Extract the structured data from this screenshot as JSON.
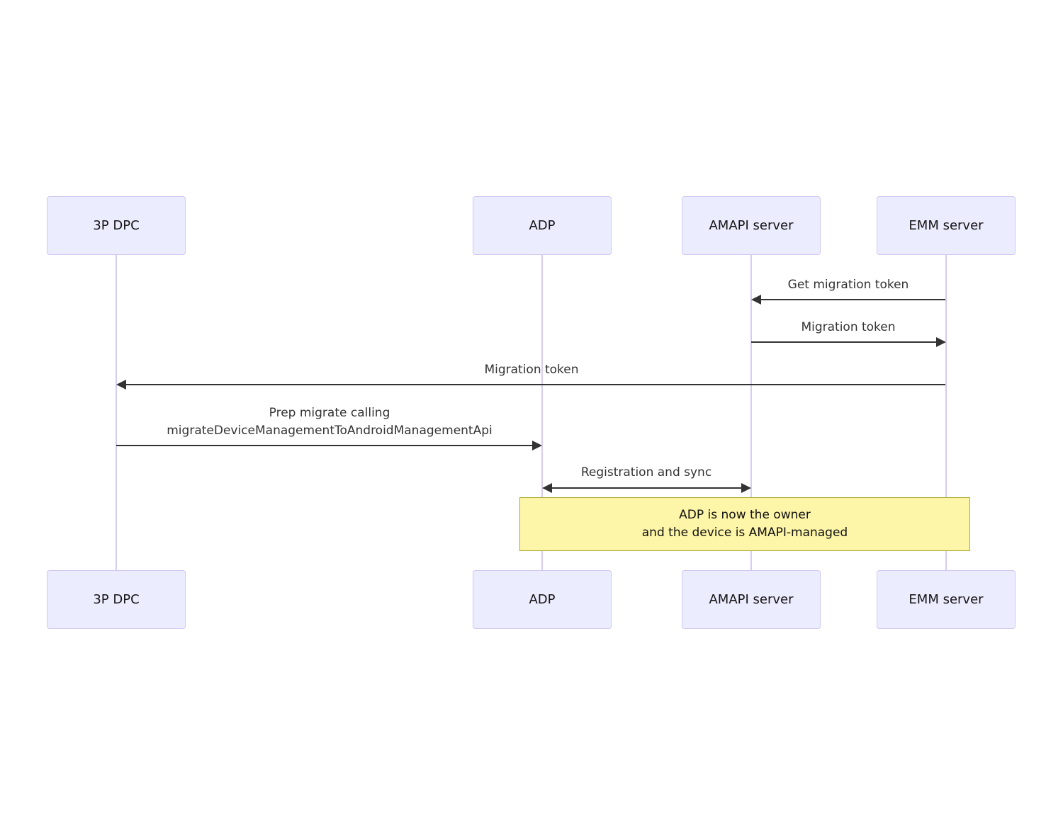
{
  "diagram": {
    "type": "sequence-diagram",
    "actors": [
      {
        "id": "3p-dpc",
        "label": "3P DPC"
      },
      {
        "id": "adp",
        "label": "ADP"
      },
      {
        "id": "amapi-server",
        "label": "AMAPI server"
      },
      {
        "id": "emm-server",
        "label": "EMM server"
      }
    ],
    "messages": [
      {
        "from": "EMM server",
        "to": "AMAPI server",
        "direction": "left",
        "label": "Get migration token"
      },
      {
        "from": "AMAPI server",
        "to": "EMM server",
        "direction": "right",
        "label": "Migration token"
      },
      {
        "from": "EMM server",
        "to": "3P DPC",
        "direction": "left",
        "label": "Migration token"
      },
      {
        "from": "3P DPC",
        "to": "ADP",
        "direction": "right",
        "label_line1": "Prep migrate calling",
        "label_line2": "migrateDeviceManagementToAndroidManagementApi"
      },
      {
        "from": "ADP",
        "to": "AMAPI server",
        "direction": "both",
        "label": "Registration and sync"
      }
    ],
    "note": {
      "over": "ADP, EMM server",
      "line1": "ADP is now the owner",
      "line2": "and the device is AMAPI-managed"
    },
    "colors": {
      "actor_fill": "#ececff",
      "actor_border": "#d0c6f0",
      "lifeline": "#d5ccf2",
      "message": "#333333",
      "note_fill": "#fdf5a7",
      "note_border": "#aaaa33"
    }
  }
}
